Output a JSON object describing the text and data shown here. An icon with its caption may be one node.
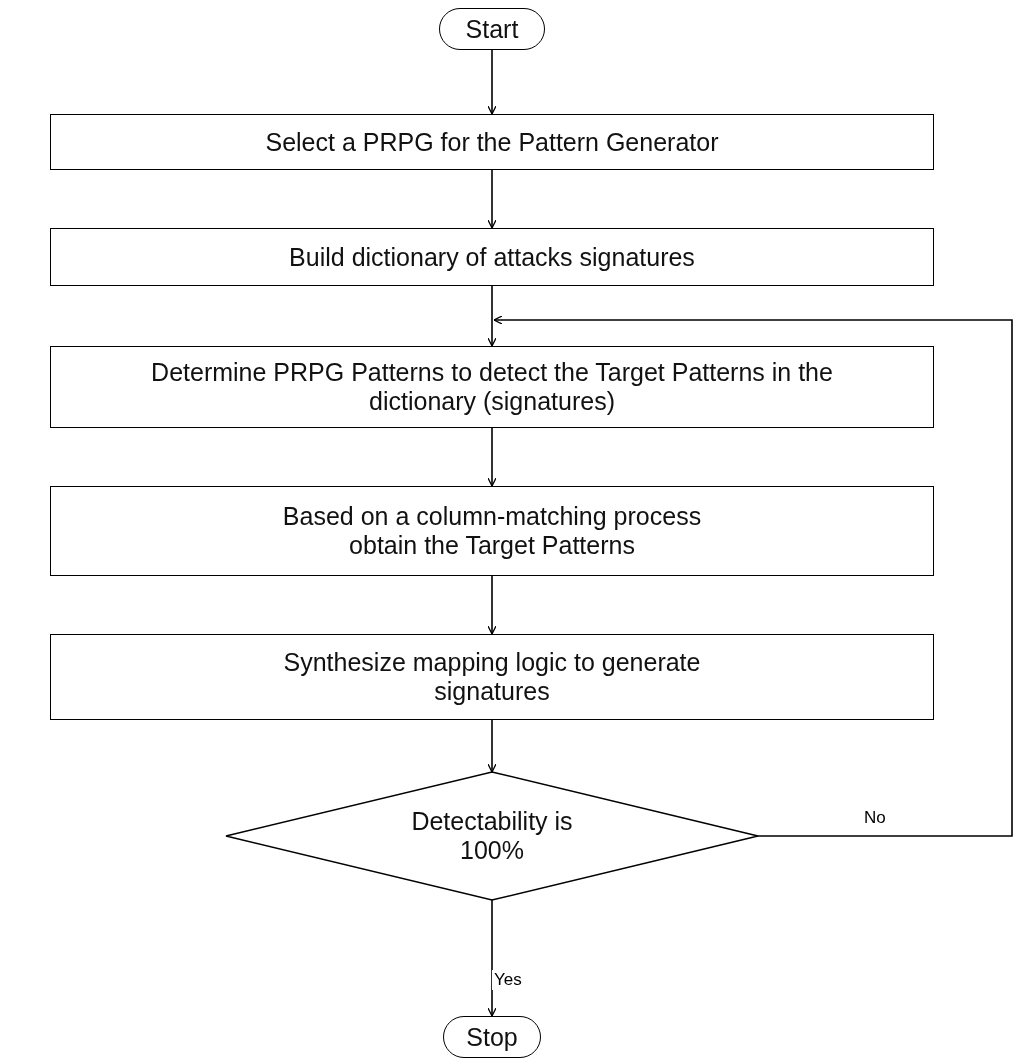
{
  "diagram": {
    "nodes": [
      {
        "text": [
          "Start"
        ]
      },
      {
        "text": [
          "Select a PRPG for the Pattern Generator"
        ]
      },
      {
        "text": [
          "Build dictionary of attacks signatures"
        ]
      },
      {
        "text": [
          "Determine PRPG Patterns to detect the Target Patterns in the dictionary (signatures)"
        ]
      },
      {
        "text": [
          "Based on a column-matching process obtain the Target Patterns"
        ]
      },
      {
        "text": [
          "Synthesize mapping logic to generate signatures"
        ]
      },
      {
        "text": [
          "Detectability is 100%"
        ]
      },
      {
        "text": [
          "Stop"
        ]
      }
    ],
    "edges": [
      {
        "from": 0,
        "to": 1,
        "arrow": "to"
      },
      {
        "from": 1,
        "to": 2,
        "arrow": "to"
      },
      {
        "from": 2,
        "to": 3,
        "arrow": "to"
      },
      {
        "from": 3,
        "to": 4,
        "arrow": "to"
      },
      {
        "from": 4,
        "to": 5,
        "arrow": "to"
      },
      {
        "from": 5,
        "to": 6,
        "arrow": "to"
      },
      {
        "from": 6,
        "to": 3,
        "arrow": "to",
        "label": "No"
      },
      {
        "from": 6,
        "to": 7,
        "arrow": "to",
        "label": "Yes"
      }
    ]
  }
}
